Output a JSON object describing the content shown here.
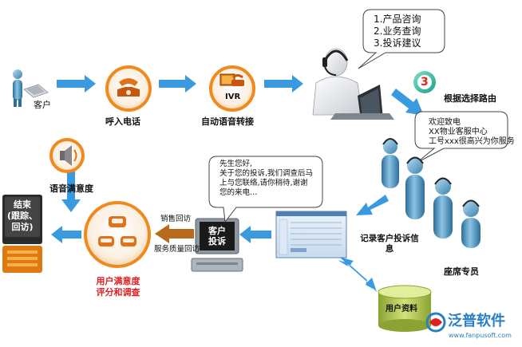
{
  "labels": {
    "customer": "客户",
    "incoming_call": "呼入电话",
    "ivr": "IVR",
    "auto_voice": "自动语音转接",
    "route_by_choice": "根据选择路由",
    "route_number": "3",
    "voice_satisfaction": "语音满意度",
    "end_lines": [
      "结束",
      "(跟踪、",
      "回访)"
    ],
    "satisfaction_lines": [
      "用户满意度",
      "评分和调查"
    ],
    "sales_return_visit": "销售回访",
    "service_quality_visit": "服务质量回访",
    "complaint_lines": [
      "客户",
      "投诉"
    ],
    "record_complaint_lines": [
      "记录客户投诉信",
      "息"
    ],
    "agents": "座席专员",
    "user_data": "用户资料"
  },
  "bubbles": {
    "options": [
      "1.产品咨询",
      "2.业务查询",
      "3.投诉建议"
    ],
    "greeting": [
      "欢迎致电",
      "XX物业客服中心",
      "工号xxx很高兴为你服务"
    ],
    "response": [
      "先生您好,",
      "关于您的投诉,我们调查后马",
      "上与您联络,请你稍待,谢谢",
      "您的来电…"
    ]
  },
  "logo": {
    "name": "泛普软件",
    "url": "www.fanpusoft.com"
  },
  "colors": {
    "arrow_blue": "#3a9ae0",
    "arrow_brown": "#b86a1a",
    "orange_ring": "#f08a1e",
    "accent_red": "#e02020",
    "teal_badge": "#35b9a5"
  }
}
